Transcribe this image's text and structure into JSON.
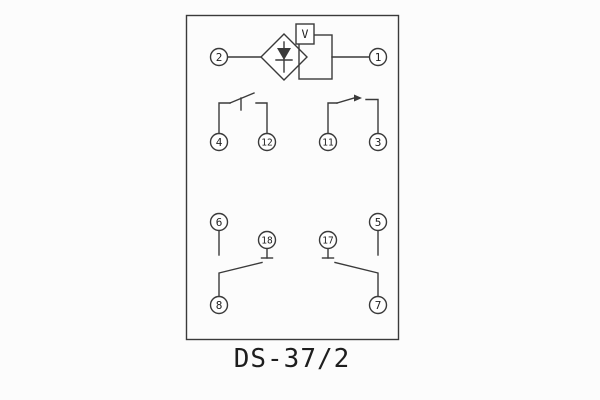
{
  "diagram": {
    "title": "DS-37/2",
    "meter_label": "V",
    "line_color": "#3a3a3a",
    "text_color": "#1e1e1e",
    "background_color": "#fcfcfc"
  },
  "terminals": [
    {
      "id": "terminal-2",
      "label": "2"
    },
    {
      "id": "terminal-1",
      "label": "1"
    },
    {
      "id": "terminal-4",
      "label": "4"
    },
    {
      "id": "terminal-12",
      "label": "12"
    },
    {
      "id": "terminal-11",
      "label": "11"
    },
    {
      "id": "terminal-3",
      "label": "3"
    },
    {
      "id": "terminal-6",
      "label": "6"
    },
    {
      "id": "terminal-18",
      "label": "18"
    },
    {
      "id": "terminal-17",
      "label": "17"
    },
    {
      "id": "terminal-5",
      "label": "5"
    },
    {
      "id": "terminal-8",
      "label": "8"
    },
    {
      "id": "terminal-7",
      "label": "7"
    }
  ]
}
